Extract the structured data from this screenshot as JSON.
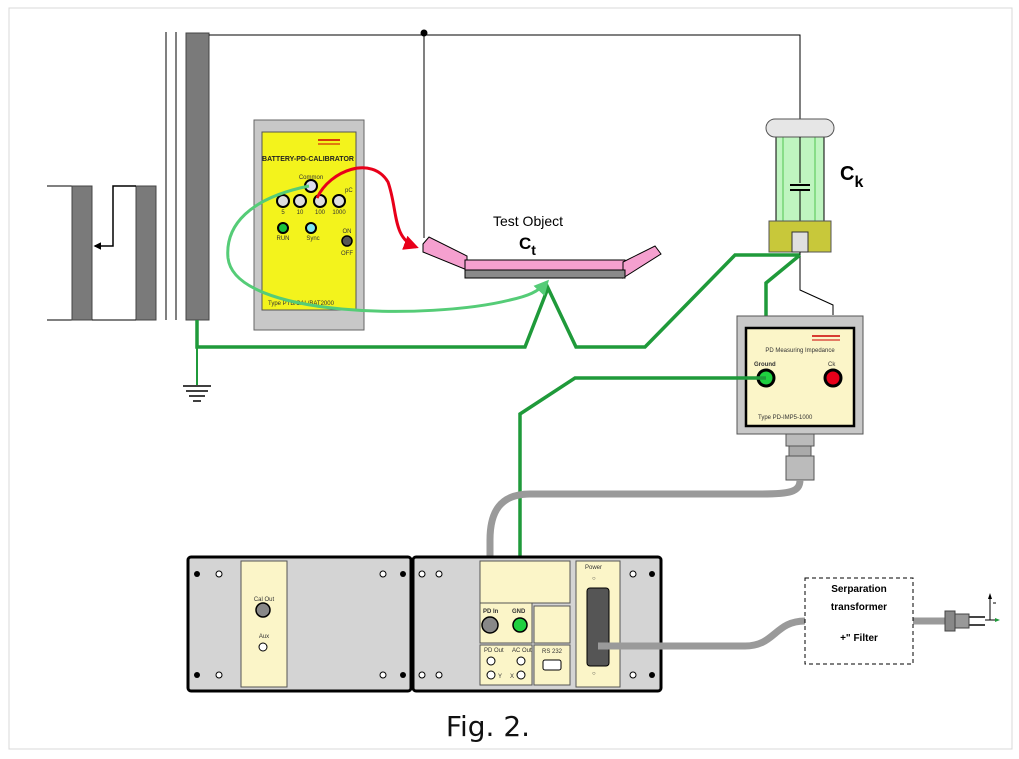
{
  "figure_caption": "Fig. 2.",
  "test_object": {
    "title": "Test Object",
    "symbol": "C",
    "subscript": "t"
  },
  "coupling_capacitor": {
    "symbol": "C",
    "subscript": "k"
  },
  "calibrator": {
    "title": "BATTERY-PD-CALIBRATOR",
    "common_label": "Common",
    "unit_label": "pC",
    "ranges": [
      "5",
      "10",
      "100",
      "1000"
    ],
    "run_label": "RUN",
    "sync_label": "Sync",
    "on_label": "ON",
    "off_label": "OFF",
    "type_label": "Type PTB/CAL/BAT2000"
  },
  "impedance": {
    "title": "PD Measuring Impedance",
    "ground_label": "Ground",
    "ck_label": "Ck",
    "type_label": "Type PD-IMP5-1000"
  },
  "rack": {
    "left_panel": {
      "cal_out_label": "Cal Out",
      "aux_label": "Aux"
    },
    "right_panel": {
      "pd_in_label": "PD In",
      "gnd_label": "GND",
      "pd_out_label": "PD Out",
      "ac_out_label": "AC Out",
      "y_label": "Y",
      "x_label": "X",
      "rs232_label": "RS 232",
      "power_label": "Power"
    }
  },
  "separation_box": {
    "line1": "Serparation",
    "line2": "transformer",
    "line3": "+\" Filter"
  },
  "colors": {
    "wire_green": "#1f9a3a",
    "light_green": "#55cc77",
    "red_wire": "#e8001a",
    "panel_gray": "#cfcfcf",
    "yellow_panel": "#f3f31c",
    "cream_panel": "#fbf5c8",
    "test_object_pink": "#f5a0cf",
    "capacitor_green": "#bff5c0",
    "cable_gray": "#9a9a9a"
  }
}
